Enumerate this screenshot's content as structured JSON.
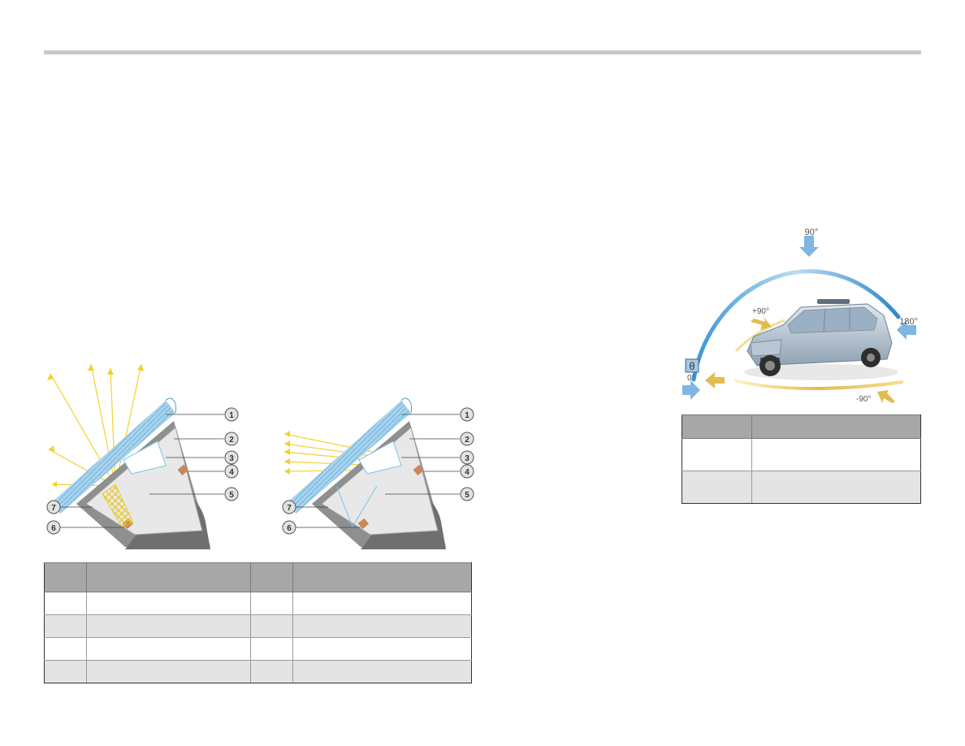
{
  "colors": {
    "rule": "#c8c8c8",
    "header": "#a7a7a7",
    "row_alt": "#e4e4e4",
    "glass": "#a9d3ec",
    "light_ray": "#f2d22b",
    "sensor_pad": "#c9875b",
    "arc_blue": "#4d9fd6",
    "arc_gold": "#e2bc52"
  },
  "sensor_diagram": {
    "callouts": [
      "1",
      "2",
      "3",
      "4",
      "5",
      "6",
      "7"
    ]
  },
  "angle_diagram": {
    "labels": {
      "top": "90°",
      "right": "180°",
      "left_zero": "0°",
      "theta": "θ",
      "plus": "+90°",
      "minus": "-90°"
    }
  }
}
